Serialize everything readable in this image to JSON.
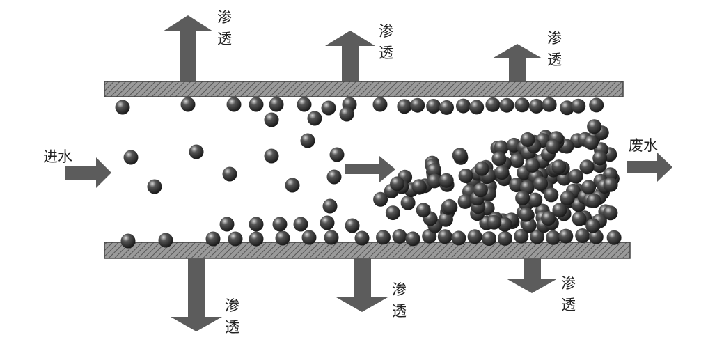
{
  "labels": {
    "inlet": "进水",
    "outlet": "废水",
    "permeate_top_1": [
      "渗",
      "透"
    ],
    "permeate_top_2": [
      "渗",
      "透"
    ],
    "permeate_top_3": [
      "渗",
      "透"
    ],
    "permeate_bottom_1": [
      "渗",
      "透"
    ],
    "permeate_bottom_2": [
      "渗",
      "透"
    ],
    "permeate_bottom_3": [
      "渗",
      "透"
    ]
  },
  "colors": {
    "arrow": "#5c5c5c",
    "membrane_fill": "#9a9a9a",
    "membrane_hatch": "#555555",
    "particle": "#262626",
    "particle_highlight": "#d8d8d8",
    "text": "#222222"
  }
}
